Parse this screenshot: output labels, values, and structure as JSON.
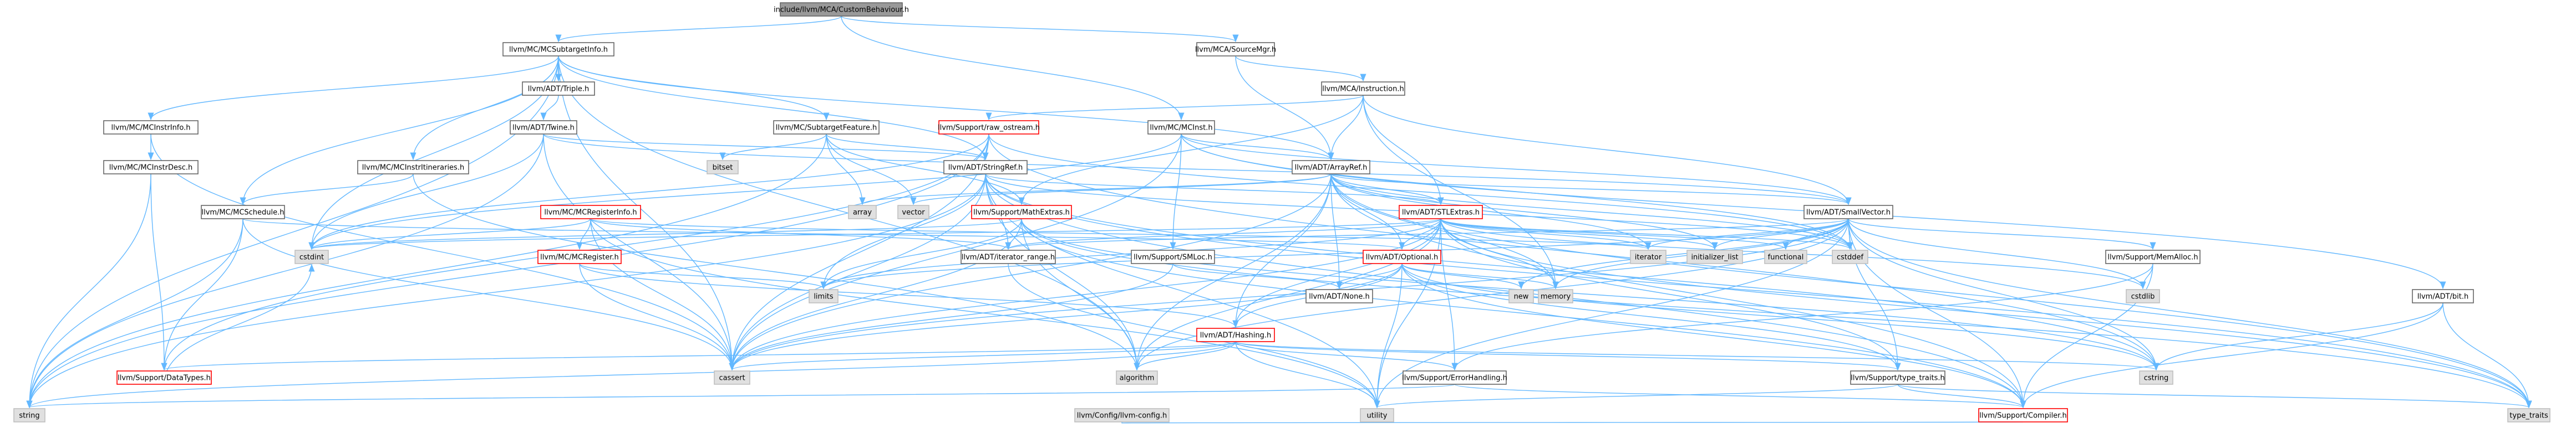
{
  "graph": {
    "colors": {
      "edge": "#63b8ff",
      "edge_dark": "#606060",
      "root_fill": "#999999",
      "node_fill": "#ffffff",
      "system_fill": "#e0e0e0",
      "border_black": "#666666",
      "border_red": "#ff0000",
      "border_gray": "#bfbfbf",
      "text": "#000000"
    },
    "nodes": [
      {
        "id": "root",
        "label": "include/llvm/MCA/CustomBehaviour.h",
        "kind": "root"
      },
      {
        "id": "subtargetinfo",
        "label": "llvm/MC/MCSubtargetInfo.h",
        "kind": "normal"
      },
      {
        "id": "sourcemgr",
        "label": "llvm/MCA/SourceMgr.h",
        "kind": "normal"
      },
      {
        "id": "instrinfo",
        "label": "llvm/MC/MCInstrInfo.h",
        "kind": "normal"
      },
      {
        "id": "triple",
        "label": "llvm/ADT/Triple.h",
        "kind": "normal"
      },
      {
        "id": "instruction",
        "label": "llvm/MCA/Instruction.h",
        "kind": "normal"
      },
      {
        "id": "twine",
        "label": "llvm/ADT/Twine.h",
        "kind": "normal"
      },
      {
        "id": "subtargetfeature",
        "label": "llvm/MC/SubtargetFeature.h",
        "kind": "normal"
      },
      {
        "id": "raw_ostream",
        "label": "llvm/Support/raw_ostream.h",
        "kind": "red"
      },
      {
        "id": "mcinst",
        "label": "llvm/MC/MCInst.h",
        "kind": "normal"
      },
      {
        "id": "instrdesc",
        "label": "llvm/MC/MCInstrDesc.h",
        "kind": "normal"
      },
      {
        "id": "bitset",
        "label": "bitset",
        "kind": "system"
      },
      {
        "id": "stringref",
        "label": "llvm/ADT/StringRef.h",
        "kind": "normal"
      },
      {
        "id": "arrayref",
        "label": "llvm/ADT/ArrayRef.h",
        "kind": "normal"
      },
      {
        "id": "instritineraries",
        "label": "llvm/MC/MCInstrItineraries.h",
        "kind": "normal"
      },
      {
        "id": "array",
        "label": "array",
        "kind": "system"
      },
      {
        "id": "vector",
        "label": "vector",
        "kind": "system"
      },
      {
        "id": "mathextras",
        "label": "llvm/Support/MathExtras.h",
        "kind": "red"
      },
      {
        "id": "stlextras",
        "label": "llvm/ADT/STLExtras.h",
        "kind": "red"
      },
      {
        "id": "smallvector",
        "label": "llvm/ADT/SmallVector.h",
        "kind": "normal"
      },
      {
        "id": "schedule",
        "label": "llvm/MC/MCSchedule.h",
        "kind": "normal"
      },
      {
        "id": "registerinfo",
        "label": "llvm/MC/MCRegisterInfo.h",
        "kind": "red"
      },
      {
        "id": "cstdint",
        "label": "cstdint",
        "kind": "system"
      },
      {
        "id": "iterator_range",
        "label": "llvm/ADT/iterator_range.h",
        "kind": "normal"
      },
      {
        "id": "smloc",
        "label": "llvm/Support/SMLoc.h",
        "kind": "normal"
      },
      {
        "id": "optional",
        "label": "llvm/ADT/Optional.h",
        "kind": "red"
      },
      {
        "id": "iterator",
        "label": "iterator",
        "kind": "system"
      },
      {
        "id": "initializer_list",
        "label": "initializer_list",
        "kind": "system"
      },
      {
        "id": "functional",
        "label": "functional",
        "kind": "system"
      },
      {
        "id": "cstddef",
        "label": "cstddef",
        "kind": "system"
      },
      {
        "id": "memalloc",
        "label": "llvm/Support/MemAlloc.h",
        "kind": "normal"
      },
      {
        "id": "mcregister",
        "label": "llvm/MC/MCRegister.h",
        "kind": "red"
      },
      {
        "id": "limits",
        "label": "limits",
        "kind": "system"
      },
      {
        "id": "none",
        "label": "llvm/ADT/None.h",
        "kind": "normal"
      },
      {
        "id": "new",
        "label": "new",
        "kind": "system"
      },
      {
        "id": "memory",
        "label": "memory",
        "kind": "system"
      },
      {
        "id": "cstdlib",
        "label": "cstdlib",
        "kind": "system"
      },
      {
        "id": "bit",
        "label": "llvm/ADT/bit.h",
        "kind": "normal"
      },
      {
        "id": "hashing",
        "label": "llvm/ADT/Hashing.h",
        "kind": "red"
      },
      {
        "id": "datatypes",
        "label": "llvm/Support/DataTypes.h",
        "kind": "red"
      },
      {
        "id": "cassert",
        "label": "cassert",
        "kind": "system"
      },
      {
        "id": "algorithm",
        "label": "algorithm",
        "kind": "system"
      },
      {
        "id": "errorhandling",
        "label": "llvm/Support/ErrorHandling.h",
        "kind": "normal"
      },
      {
        "id": "type_traits_h",
        "label": "llvm/Support/type_traits.h",
        "kind": "normal"
      },
      {
        "id": "cstring",
        "label": "cstring",
        "kind": "system"
      },
      {
        "id": "string",
        "label": "string",
        "kind": "system"
      },
      {
        "id": "utility",
        "label": "utility",
        "kind": "system"
      },
      {
        "id": "compiler",
        "label": "llvm/Support/Compiler.h",
        "kind": "red"
      },
      {
        "id": "type_traits",
        "label": "type_traits",
        "kind": "system"
      },
      {
        "id": "config",
        "label": "llvm/Config/llvm-config.h",
        "kind": "gray"
      }
    ],
    "edges": [
      [
        "root",
        "subtargetinfo"
      ],
      [
        "root",
        "sourcemgr"
      ],
      [
        "root",
        "mcinst"
      ],
      [
        "subtargetinfo",
        "instrinfo"
      ],
      [
        "subtargetinfo",
        "triple"
      ],
      [
        "subtargetinfo",
        "subtargetfeature"
      ],
      [
        "subtargetinfo",
        "stringref"
      ],
      [
        "subtargetinfo",
        "arrayref"
      ],
      [
        "subtargetinfo",
        "instritineraries"
      ],
      [
        "subtargetinfo",
        "schedule"
      ],
      [
        "subtargetinfo",
        "cstdint"
      ],
      [
        "subtargetinfo",
        "cassert"
      ],
      [
        "subtargetinfo",
        "string"
      ],
      [
        "subtargetinfo",
        "algorithm"
      ],
      [
        "sourcemgr",
        "instruction"
      ],
      [
        "sourcemgr",
        "arrayref"
      ],
      [
        "instruction",
        "raw_ostream"
      ],
      [
        "instruction",
        "stlextras"
      ],
      [
        "instruction",
        "smallvector"
      ],
      [
        "instruction",
        "mathextras"
      ],
      [
        "instruction",
        "memory"
      ],
      [
        "instruction",
        "arrayref"
      ],
      [
        "instrinfo",
        "instrdesc"
      ],
      [
        "instrinfo",
        "cassert"
      ],
      [
        "instrdesc",
        "datatypes"
      ],
      [
        "instrdesc",
        "string"
      ],
      [
        "triple",
        "twine"
      ],
      [
        "twine",
        "stringref"
      ],
      [
        "twine",
        "smallvector"
      ],
      [
        "twine",
        "cassert"
      ],
      [
        "twine",
        "cstdint"
      ],
      [
        "twine",
        "string"
      ],
      [
        "subtargetfeature",
        "bitset"
      ],
      [
        "subtargetfeature",
        "array"
      ],
      [
        "subtargetfeature",
        "stringref"
      ],
      [
        "subtargetfeature",
        "vector"
      ],
      [
        "subtargetfeature",
        "mathextras"
      ],
      [
        "subtargetfeature",
        "string"
      ],
      [
        "raw_ostream",
        "stringref"
      ],
      [
        "raw_ostream",
        "datatypes"
      ],
      [
        "raw_ostream",
        "cassert"
      ],
      [
        "raw_ostream",
        "cstddef"
      ],
      [
        "raw_ostream",
        "cstdint"
      ],
      [
        "raw_ostream",
        "cstring"
      ],
      [
        "raw_ostream",
        "string"
      ],
      [
        "mcinst",
        "arrayref"
      ],
      [
        "mcinst",
        "smallvector"
      ],
      [
        "mcinst",
        "smloc"
      ],
      [
        "mcinst",
        "bit"
      ],
      [
        "mcinst",
        "cassert"
      ],
      [
        "mcinst",
        "cstddef"
      ],
      [
        "mcinst",
        "cstdint"
      ],
      [
        "stringref",
        "stlextras"
      ],
      [
        "stringref",
        "iterator_range"
      ],
      [
        "stringref",
        "compiler"
      ],
      [
        "stringref",
        "algorithm"
      ],
      [
        "stringref",
        "cassert"
      ],
      [
        "stringref",
        "cstddef"
      ],
      [
        "stringref",
        "cstring"
      ],
      [
        "stringref",
        "limits"
      ],
      [
        "stringref",
        "string"
      ],
      [
        "stringref",
        "type_traits"
      ],
      [
        "stringref",
        "utility"
      ],
      [
        "arrayref",
        "hashing"
      ],
      [
        "arrayref",
        "none"
      ],
      [
        "arrayref",
        "smallvector"
      ],
      [
        "arrayref",
        "stlextras"
      ],
      [
        "arrayref",
        "compiler"
      ],
      [
        "arrayref",
        "algorithm"
      ],
      [
        "arrayref",
        "array"
      ],
      [
        "arrayref",
        "cassert"
      ],
      [
        "arrayref",
        "cstddef"
      ],
      [
        "arrayref",
        "initializer_list"
      ],
      [
        "arrayref",
        "iterator"
      ],
      [
        "arrayref",
        "memory"
      ],
      [
        "arrayref",
        "type_traits"
      ],
      [
        "arrayref",
        "vector"
      ],
      [
        "arrayref",
        "optional"
      ],
      [
        "instritineraries",
        "schedule"
      ],
      [
        "instritineraries",
        "algorithm"
      ],
      [
        "schedule",
        "optional"
      ],
      [
        "schedule",
        "datatypes"
      ],
      [
        "schedule",
        "cassert"
      ],
      [
        "schedule",
        "string"
      ],
      [
        "registerinfo",
        "iterator_range"
      ],
      [
        "registerinfo",
        "mcregister"
      ],
      [
        "registerinfo",
        "cassert"
      ],
      [
        "registerinfo",
        "cstdint"
      ],
      [
        "registerinfo",
        "iterator"
      ],
      [
        "registerinfo",
        "utility"
      ],
      [
        "mcregister",
        "hashing"
      ],
      [
        "mcregister",
        "cassert"
      ],
      [
        "mcregister",
        "limits"
      ],
      [
        "mathextras",
        "compiler"
      ],
      [
        "mathextras",
        "algorithm"
      ],
      [
        "mathextras",
        "cassert"
      ],
      [
        "mathextras",
        "climits"
      ],
      [
        "mathextras",
        "cstdint"
      ],
      [
        "mathextras",
        "cstring"
      ],
      [
        "mathextras",
        "limits"
      ],
      [
        "mathextras",
        "type_traits"
      ],
      [
        "stlextras",
        "optional"
      ],
      [
        "stlextras",
        "iterator_range"
      ],
      [
        "stlextras",
        "errorhandling"
      ],
      [
        "stlextras",
        "algorithm"
      ],
      [
        "stlextras",
        "cassert"
      ],
      [
        "stlextras",
        "cstddef"
      ],
      [
        "stlextras",
        "cstdint"
      ],
      [
        "stlextras",
        "cstdlib"
      ],
      [
        "stlextras",
        "functional"
      ],
      [
        "stlextras",
        "initializer_list"
      ],
      [
        "stlextras",
        "iterator"
      ],
      [
        "stlextras",
        "limits"
      ],
      [
        "stlextras",
        "memory"
      ],
      [
        "stlextras",
        "tuple"
      ],
      [
        "stlextras",
        "type_traits"
      ],
      [
        "stlextras",
        "utility"
      ],
      [
        "stlextras",
        "hashing"
      ],
      [
        "stlextras",
        "type_traits_h"
      ],
      [
        "smallvector",
        "compiler"
      ],
      [
        "smallvector",
        "memalloc"
      ],
      [
        "smallvector",
        "type_traits_h"
      ],
      [
        "smallvector",
        "algorithm"
      ],
      [
        "smallvector",
        "cassert"
      ],
      [
        "smallvector",
        "cstddef"
      ],
      [
        "smallvector",
        "cstdlib"
      ],
      [
        "smallvector",
        "cstring"
      ],
      [
        "smallvector",
        "functional"
      ],
      [
        "smallvector",
        "initializer_list"
      ],
      [
        "smallvector",
        "iterator"
      ],
      [
        "smallvector",
        "limits"
      ],
      [
        "smallvector",
        "memory"
      ],
      [
        "smallvector",
        "new"
      ],
      [
        "smallvector",
        "type_traits"
      ],
      [
        "smallvector",
        "utility"
      ],
      [
        "smallvector",
        "iterator_range"
      ],
      [
        "smloc",
        "none"
      ],
      [
        "smloc",
        "cassert"
      ],
      [
        "optional",
        "hashing"
      ],
      [
        "optional",
        "none"
      ],
      [
        "optional",
        "compiler"
      ],
      [
        "optional",
        "type_traits_h"
      ],
      [
        "optional",
        "cassert"
      ],
      [
        "optional",
        "memory"
      ],
      [
        "optional",
        "new"
      ],
      [
        "optional",
        "utility"
      ],
      [
        "optional",
        "cstring"
      ],
      [
        "memalloc",
        "compiler"
      ],
      [
        "memalloc",
        "errorhandling"
      ],
      [
        "memalloc",
        "cstdlib"
      ],
      [
        "bit",
        "compiler"
      ],
      [
        "bit",
        "cstring"
      ],
      [
        "bit",
        "type_traits"
      ],
      [
        "hashing",
        "datatypes"
      ],
      [
        "hashing",
        "errorhandling"
      ],
      [
        "hashing",
        "type_traits_h"
      ],
      [
        "hashing",
        "algorithm"
      ],
      [
        "hashing",
        "cassert"
      ],
      [
        "hashing",
        "cstring"
      ],
      [
        "hashing",
        "string"
      ],
      [
        "hashing",
        "tuple"
      ],
      [
        "hashing",
        "utility"
      ],
      [
        "errorhandling",
        "compiler"
      ],
      [
        "errorhandling",
        "string"
      ],
      [
        "type_traits_h",
        "compiler"
      ],
      [
        "type_traits_h",
        "type_traits"
      ],
      [
        "type_traits_h",
        "utility"
      ],
      [
        "compiler",
        "config"
      ],
      [
        "iterator_range",
        "utility"
      ],
      [
        "datatypes",
        "cstdint"
      ]
    ]
  }
}
